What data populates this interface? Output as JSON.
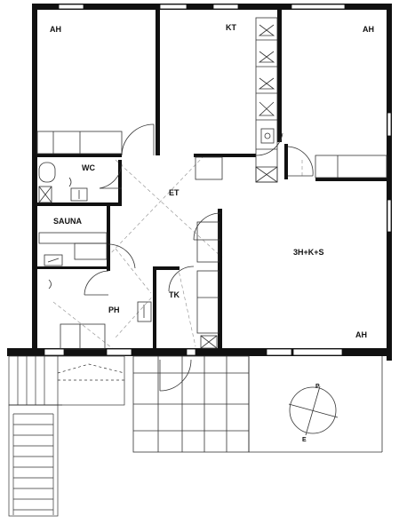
{
  "rooms": {
    "ah_top_left": "AH",
    "kt": "KT",
    "ah_top_right": "AH",
    "wc": "WC",
    "et": "ET",
    "sauna": "SAUNA",
    "main": "3H+K+S",
    "tk": "TK",
    "ph": "PH",
    "ah_bottom_right": "AH"
  },
  "compass": {
    "north": "P",
    "east": "E"
  },
  "colors": {
    "wall": "#111111",
    "line": "#333333",
    "dash": "#9a9a9a",
    "window": "#ffffff"
  }
}
